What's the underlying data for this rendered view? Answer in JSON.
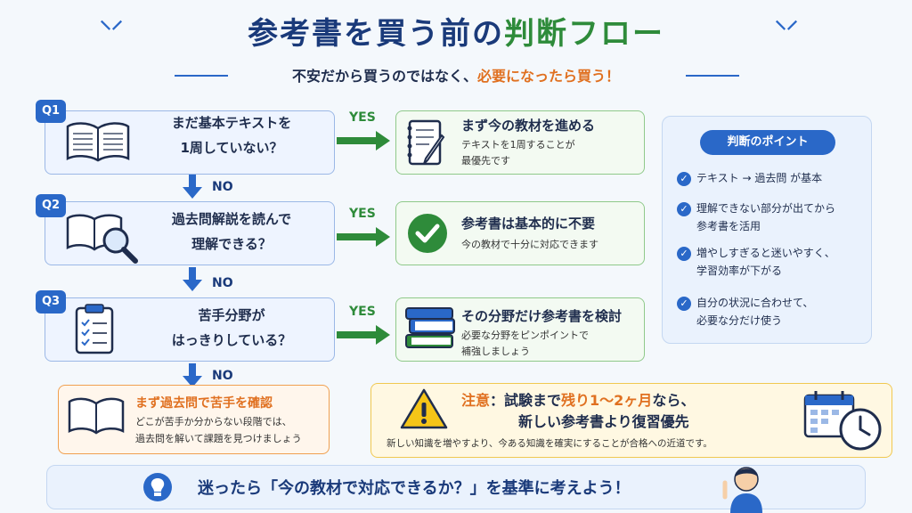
{
  "header": {
    "title_a": "参考書を買う前の",
    "title_b": "判断フロー",
    "subtitle_a": "不安だから買うのではなく、",
    "subtitle_b": "必要になったら買う！"
  },
  "questions": [
    {
      "badge": "Q1",
      "line1": "まだ基本テキストを",
      "line2": "1周していない？",
      "icon": "open-book-icon"
    },
    {
      "badge": "Q2",
      "line1": "過去問解説を読んで",
      "line2": "理解できる？",
      "icon": "book-magnifier-icon"
    },
    {
      "badge": "Q3",
      "line1": "苦手分野が",
      "line2": "はっきりしている？",
      "icon": "clipboard-checklist-icon"
    }
  ],
  "labels": {
    "yes": "YES",
    "no": "NO"
  },
  "answers": [
    {
      "title": "まず今の教材を進める",
      "desc1": "テキストを1周することが",
      "desc2": "最優先です",
      "icon": "notebook-pencil-icon"
    },
    {
      "title": "参考書は基本的に不要",
      "desc1": "今の教材で十分に対応できます",
      "desc2": "",
      "icon": "check-circle-icon"
    },
    {
      "title": "その分野だけ参考書を検討",
      "desc1": "必要な分野をピンポイントで",
      "desc2": "補強しましょう",
      "icon": "book-stack-icon"
    }
  ],
  "final_no": {
    "title": "まず過去問で苦手を確認",
    "desc1": "どこが苦手か分からない段階では、",
    "desc2": "過去問を解いて課題を見つけましょう"
  },
  "points": {
    "heading": "判断のポイント",
    "items": [
      {
        "l1": "テキスト → 過去問 が基本",
        "l2": ""
      },
      {
        "l1": "理解できない部分が出てから",
        "l2": "参考書を活用"
      },
      {
        "l1": "増やしすぎると迷いやすく、",
        "l2": "学習効率が下がる"
      },
      {
        "l1": "自分の状況に合わせて、",
        "l2": "必要な分だけ使う"
      }
    ]
  },
  "caution": {
    "label": "注意",
    "colon": "：試験まで",
    "red": "残り1〜2ヶ月",
    "tail": "なら、",
    "line2": "新しい参考書より復習優先",
    "desc": "新しい知識を増やすより、今ある知識を確実にすることが合格への近道です。"
  },
  "bottom": {
    "text": "迷ったら「今の教材で対応できるか？」を基準に考えよう！"
  },
  "colors": {
    "primary": "#2a68c8",
    "green": "#2e8b3a",
    "orange": "#e07020",
    "navy": "#1a3a7a"
  }
}
